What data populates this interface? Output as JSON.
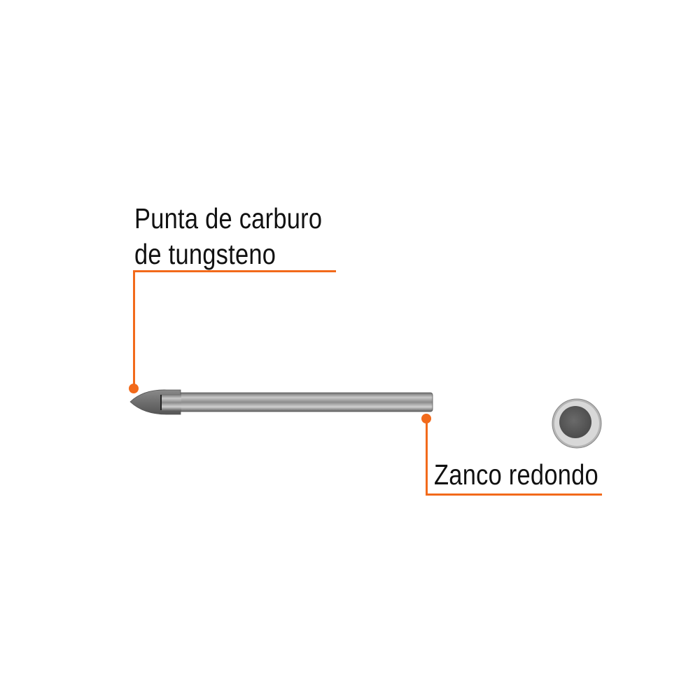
{
  "callouts": {
    "tip": {
      "line1": "Punta de carburo",
      "line2": "de tungsteno"
    },
    "shank": {
      "label": "Zanco redondo"
    }
  },
  "colors": {
    "accent": "#f26a1b",
    "text": "#111111",
    "steel": "#8a8a8a"
  },
  "icons": {
    "product": "glass-tile-drill-bit-icon",
    "section": "round-shank-cross-section-icon"
  }
}
